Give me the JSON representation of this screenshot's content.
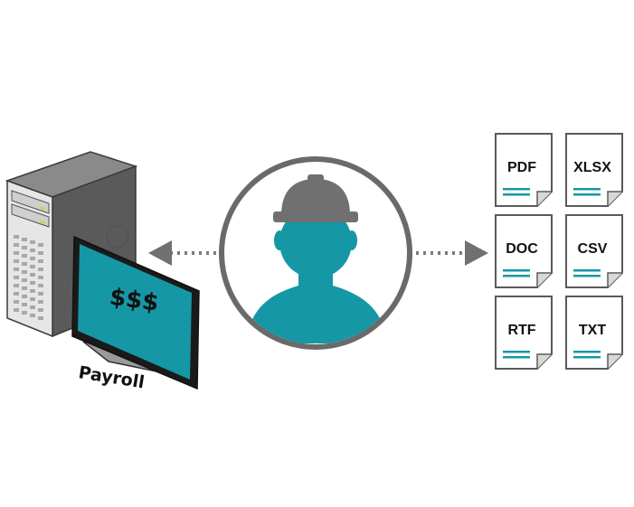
{
  "colors": {
    "teal": "#1597a6",
    "gray_dark": "#5d5d5d",
    "gray_mid": "#7a7a7a",
    "gray_light": "#b9b9b9",
    "outline": "#6a6a6a"
  },
  "server": {
    "icon": "server-tower-icon",
    "monitor": {
      "icon": "monitor-icon",
      "screen_text": "$$$"
    },
    "label": "Payroll"
  },
  "user": {
    "icon": "hardhat-worker-icon"
  },
  "arrows": {
    "left_icon": "dotted-arrow-left-icon",
    "right_icon": "dotted-arrow-right-icon"
  },
  "documents": [
    {
      "label": "PDF",
      "icon": "document-icon"
    },
    {
      "label": "XLSX",
      "icon": "document-icon"
    },
    {
      "label": "DOC",
      "icon": "document-icon"
    },
    {
      "label": "CSV",
      "icon": "document-icon"
    },
    {
      "label": "RTF",
      "icon": "document-icon"
    },
    {
      "label": "TXT",
      "icon": "document-icon"
    }
  ]
}
